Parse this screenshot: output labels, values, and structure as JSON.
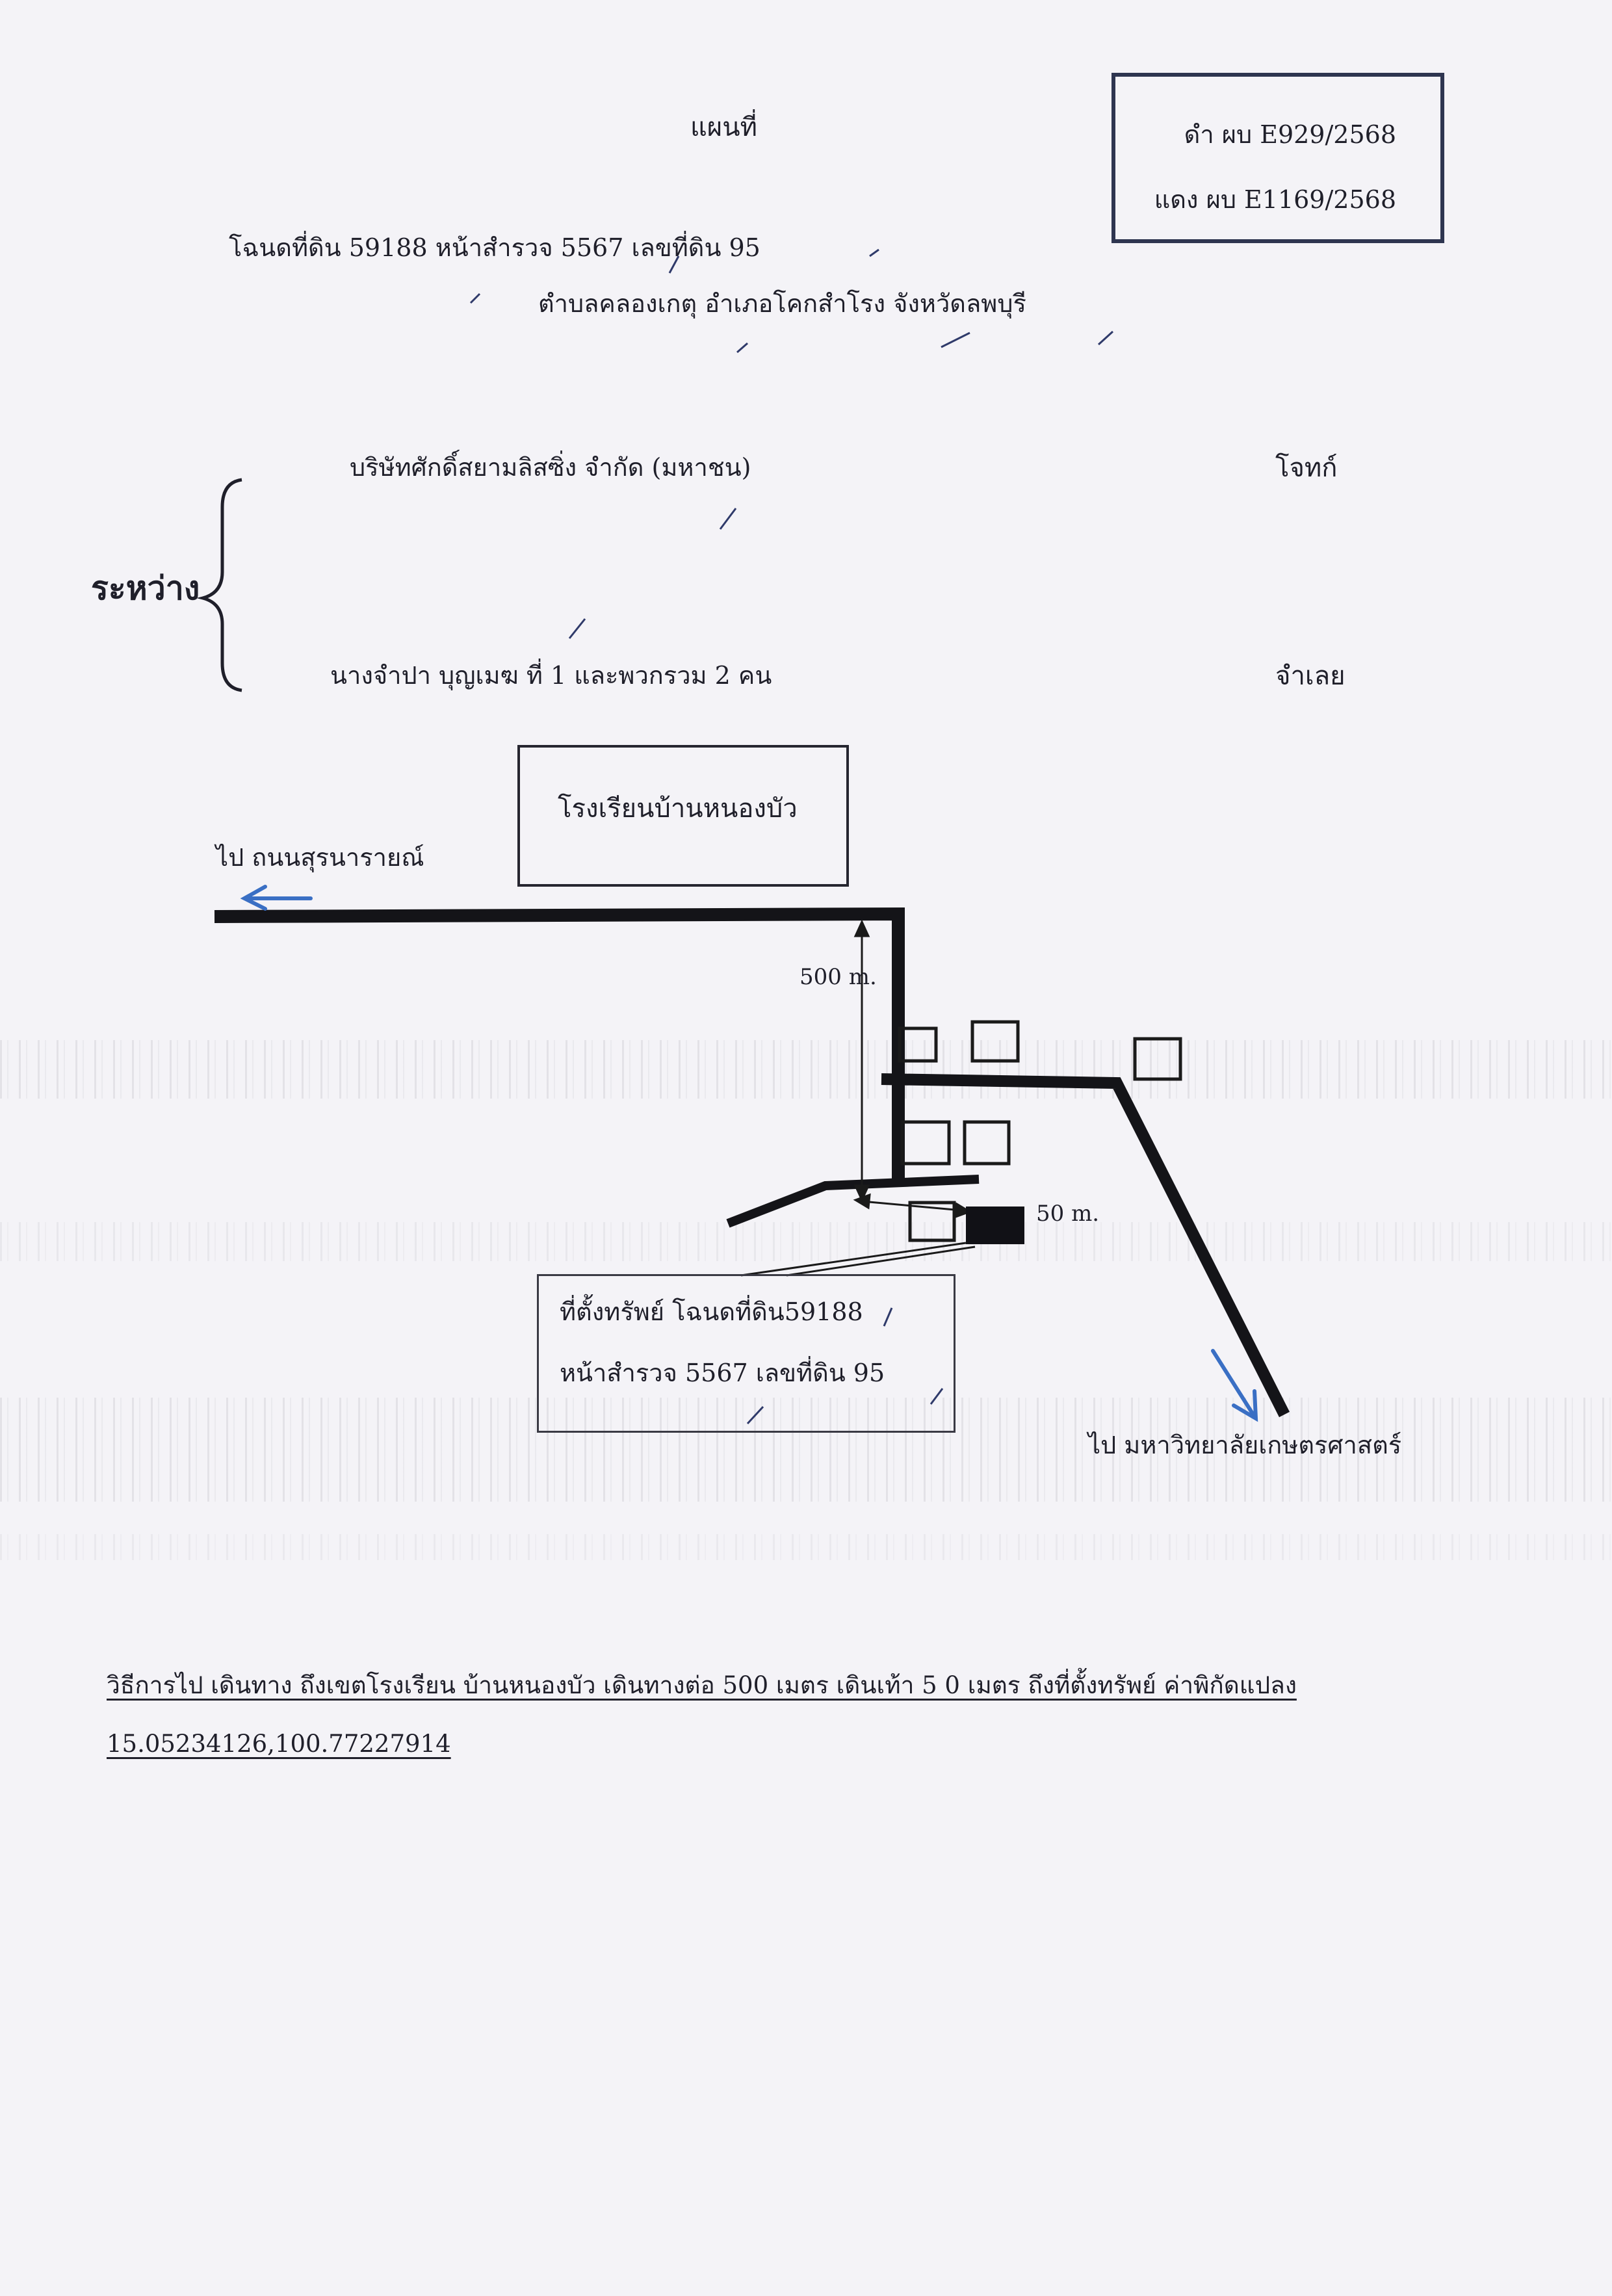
{
  "document": {
    "title": "แผนที่",
    "case_numbers": {
      "black": "ดำ ผบ E929/2568",
      "red": "แดง ผบ E1169/2568"
    },
    "deed_line": "โฉนดที่ดิน  59188  หน้าสำรวจ  5567  เลขที่ดิน  95",
    "location_line": "ตำบลคลองเกตุ  อำเภอโคกสำโรง  จังหวัดลพบุรี",
    "between_label": "ระหว่าง",
    "plaintiff": {
      "name": "บริษัทศักดิ์สยามลิสซิ่ง จำกัด (มหาชน)",
      "role": "โจทก์"
    },
    "defendant": {
      "name": "นางจำปา  บุญเมฆ  ที่ 1 และพวกรวม 2 คน",
      "role": "จำเลย"
    }
  },
  "map": {
    "school_label": "โรงเรียนบ้านหนองบัว",
    "to_road_label": "ไป ถนนสุรนารายณ์",
    "distance_500": "500 m.",
    "distance_50": "50 m.",
    "property_label_line1": "ที่ตั้งทรัพย์ โฉนดที่ดิน59188",
    "property_label_line2": "หน้าสำรวจ  5567  เลขที่ดิน  95",
    "to_university_label": "ไป มหาวิทยาลัยเกษตรศาสตร์",
    "arrow_color": "#3a6fc4",
    "road_color": "#141418"
  },
  "directions": {
    "line1": "วิธีการไป    เดินทาง   ถึงเขตโรงเรียน บ้านหนองบัว เดินทางต่อ 500 เมตร  เดินเท้า 5 0 เมตร  ถึงที่ตั้งทรัพย์ ค่าพิกัดแปลง",
    "line2": "15.05234126,100.77227914"
  }
}
